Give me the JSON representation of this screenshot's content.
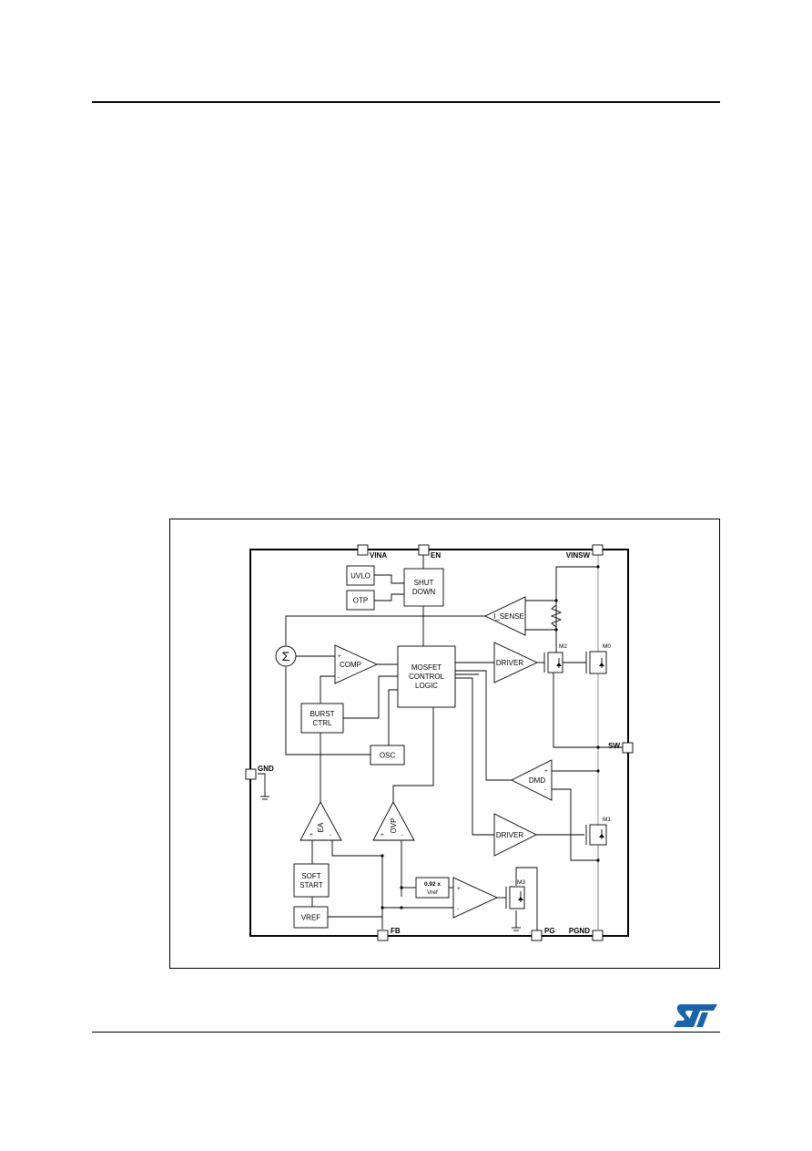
{
  "diagram": {
    "pins": {
      "vina": "VINA",
      "en": "EN",
      "vinsw": "VINSW",
      "gnd": "GND",
      "sw": "SW",
      "fb": "FB",
      "pg": "PG",
      "pgnd": "PGND"
    },
    "blocks": {
      "uvlo": "UVLO",
      "otp": "OTP",
      "shutdown_line1": "SHUT",
      "shutdown_line2": "DOWN",
      "isense": "I_SENSE",
      "comp": "COMP",
      "mosfet_line1": "MOSFET",
      "mosfet_line2": "CONTROL",
      "mosfet_line3": "LOGIC",
      "driver_top": "DRIVER",
      "burst_line1": "BURST",
      "burst_line2": "CTRL",
      "osc": "OSC",
      "dmd": "DMD",
      "ea": "EA",
      "ovp": "OVP",
      "driver_bottom": "DRIVER",
      "soft_line1": "SOFT",
      "soft_line2": "START",
      "vref": "VREF",
      "pg_ref_line1": "0.92 x",
      "pg_ref_line2": "Vref"
    },
    "transistors": {
      "m0": "M0",
      "m1": "M1",
      "m2": "M2",
      "m3": "M3"
    },
    "symbols": {
      "sum": "Σ",
      "plus": "+",
      "minus": "-"
    }
  },
  "colors": {
    "ink": "#000000",
    "switch_line": "#888888",
    "logo_blue": "#1a63a8"
  },
  "icons": {
    "logo": "st-logo",
    "ground": "ground-icon"
  }
}
